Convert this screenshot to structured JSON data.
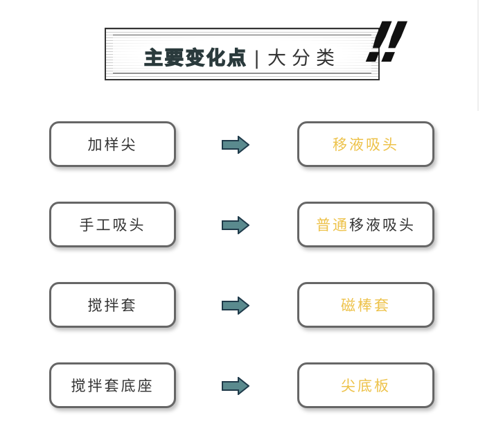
{
  "banner": {
    "title": "主要变化点",
    "separator": "|",
    "subtitle": "大分类",
    "exclaim": "!!"
  },
  "rows": [
    {
      "from": "加样尖",
      "to_highlight": "移液吸头",
      "to_rest": ""
    },
    {
      "from": "手工吸头",
      "to_highlight": "普通",
      "to_rest": "移液吸头"
    },
    {
      "from": "搅拌套",
      "to_highlight": "磁棒套",
      "to_rest": ""
    },
    {
      "from": "搅拌套底座",
      "to_highlight": "尖底板",
      "to_rest": ""
    }
  ],
  "colors": {
    "highlight": "#edc24a",
    "arrow": "#5a8a8e",
    "title": "#4f7176"
  }
}
